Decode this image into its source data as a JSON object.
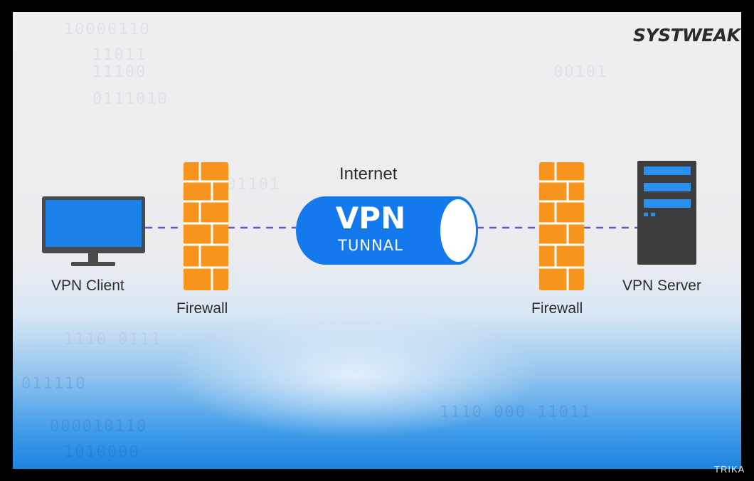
{
  "logo": "SYSTWEAK",
  "internet_label": "Internet",
  "tunnel": {
    "title": "VPN",
    "subtitle": "TUNNAL"
  },
  "nodes": {
    "client": "VPN Client",
    "firewall_left": "Firewall",
    "firewall_right": "Firewall",
    "server": "VPN Server"
  },
  "watermark": "TRIKA",
  "binary_rows": [
    "10000110",
    "11011",
    "11100",
    "0111010",
    "00101",
    "01101",
    "1110 0111",
    "011110",
    "000010110",
    "1010000",
    "1110 000 11011"
  ],
  "colors": {
    "background": "#ececef",
    "tunnel_blue": "#1479ec",
    "firewall_orange": "#f7941d",
    "monitor_blue": "#1a82e8",
    "server_gray": "#3d3d3d",
    "server_slot_blue": "#2b8ff0",
    "dash_purple": "#7a4fcf"
  }
}
